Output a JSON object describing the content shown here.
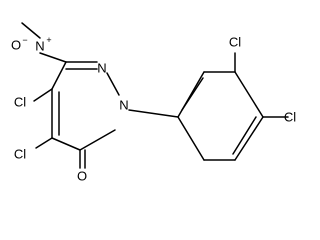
{
  "molecule": {
    "atoms": {
      "o_minus": "O",
      "o_minus_charge": "−",
      "n_plus": "N",
      "n_plus_charge": "+",
      "ring_n1": "N",
      "ring_n2": "N",
      "cl_c4": "Cl",
      "cl_c5": "Cl",
      "o_carbonyl": "O",
      "cl_meta": "Cl",
      "cl_para": "Cl"
    }
  }
}
